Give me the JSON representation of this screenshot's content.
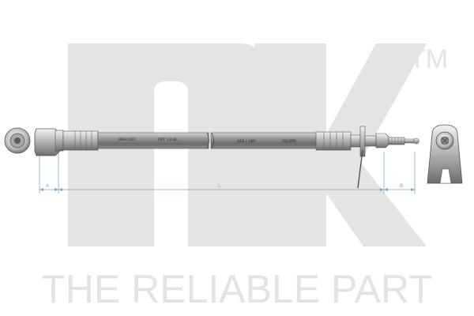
{
  "brand": {
    "trademark": "TM",
    "slogan": "THE RELIABLE PART",
    "watermark_color": "#e4e4e4"
  },
  "hose": {
    "print_1": "HBS DOT",
    "print_2": "DPT 1/8 HL",
    "print_3": "SAE J 1401",
    "print_4": "2Q/2009"
  },
  "dimensions": {
    "a_label": "A",
    "l_label": "L",
    "b_label": "B",
    "line_color": "#7fa6c8"
  }
}
